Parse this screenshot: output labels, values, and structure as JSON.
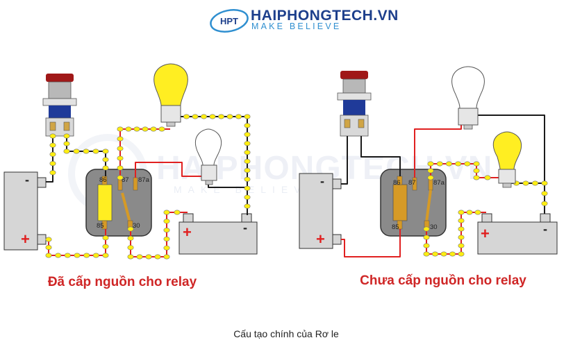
{
  "header": {
    "logo_text": "HPT",
    "brand_name": "HAIPHONGTECH.VN",
    "tagline": "MAKE BELIEVE"
  },
  "watermark": {
    "name": "HAIPHONGTECH.VN",
    "tagline": "MAKE BELIEVE"
  },
  "diagrams": [
    {
      "caption": "Đã cấp nguồn cho relay",
      "pins": [
        "86",
        "87",
        "87a",
        "85",
        "30"
      ],
      "battery_signs": {
        "minus": "-",
        "plus": "+"
      },
      "lamps": {
        "top": "on",
        "middle": "off"
      }
    },
    {
      "caption": "Chưa cấp nguồn cho relay",
      "pins": [
        "86",
        "87",
        "87a",
        "85",
        "30"
      ],
      "battery_signs": {
        "minus": "-",
        "plus": "+"
      },
      "lamps": {
        "top": "off",
        "middle": "on"
      }
    }
  ],
  "figure_caption": "Cấu tạo chính của Rơ le",
  "colors": {
    "wire_red": "#e02020",
    "wire_black": "#1a1a1a",
    "current_bead": "#ffee11",
    "lamp_on": "#ffee22",
    "coil_energized": "#ffee22",
    "coil_idle": "#d69a26",
    "relay_body": "#888888",
    "brand_blue": "#1d3f8c"
  }
}
